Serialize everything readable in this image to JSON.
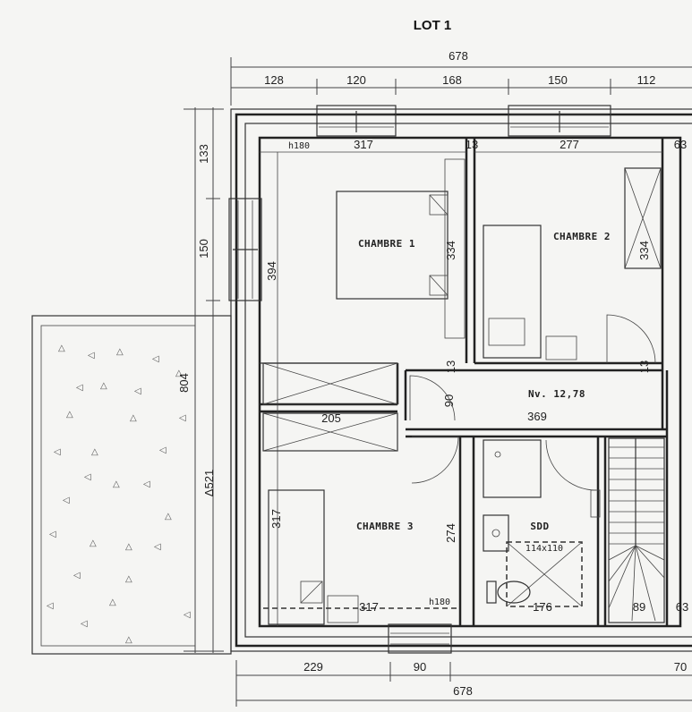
{
  "title": "LOT 1",
  "rooms": {
    "chambre1": "CHAMBRE 1",
    "chambre2": "CHAMBRE 2",
    "chambre3": "CHAMBRE 3",
    "sdd": "SDD",
    "palier": "Nv. 12,78"
  },
  "dims_top": {
    "total": "678",
    "d1": "128",
    "d2": "120",
    "d3": "168",
    "d4": "150",
    "d5": "112"
  },
  "dims_bottom": {
    "d1": "229",
    "d2": "90",
    "d3": "70",
    "total": "678"
  },
  "dims_left": {
    "d1": "133",
    "d2": "150",
    "total": "804",
    "d3": "Δ521"
  },
  "dims_inner": {
    "c1_width": "317",
    "c1_h": "h180",
    "c1_height": "394",
    "c1_depth": "334",
    "c2_width": "277",
    "c2_depth": "334",
    "c2_right": "63",
    "corr_13a": "13",
    "corr_13b": "13",
    "corr_13c": "13",
    "corr_90": "90",
    "corr_width": "369",
    "c3_top": "205",
    "c3_height": "317",
    "c3_depth": "274",
    "c3_bottom": "317",
    "c3_h": "h180",
    "sdd_width": "176",
    "sdd_shower": "114x110",
    "stair_width": "89",
    "stair_right": "63"
  }
}
